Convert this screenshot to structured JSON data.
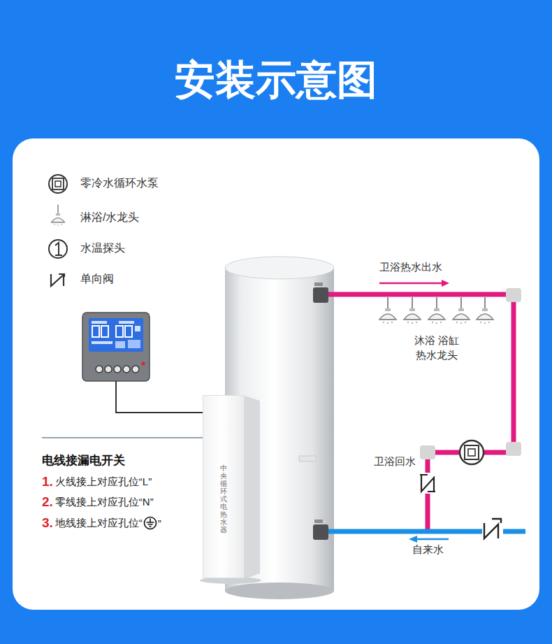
{
  "diagram": {
    "title": "安装示意图",
    "nodes": [
      {
        "text": [
          "中央循环式电热水器"
        ]
      }
    ],
    "labels": [
      "卫浴热水出水",
      "沐浴 浴缸 热水龙头",
      "电线接漏电开关",
      "1.",
      "火线接上对应孔位“L”",
      "2.",
      "零线接上对应孔位“N”",
      "3.",
      "地线接上对应孔位“",
      "”",
      "卫浴回水",
      "自来水"
    ],
    "legend": [
      {
        "text": "零冷水循环水泵"
      },
      {
        "text": "淋浴/水龙头"
      },
      {
        "text": "水温探头"
      },
      {
        "text": "单向阀"
      }
    ]
  }
}
